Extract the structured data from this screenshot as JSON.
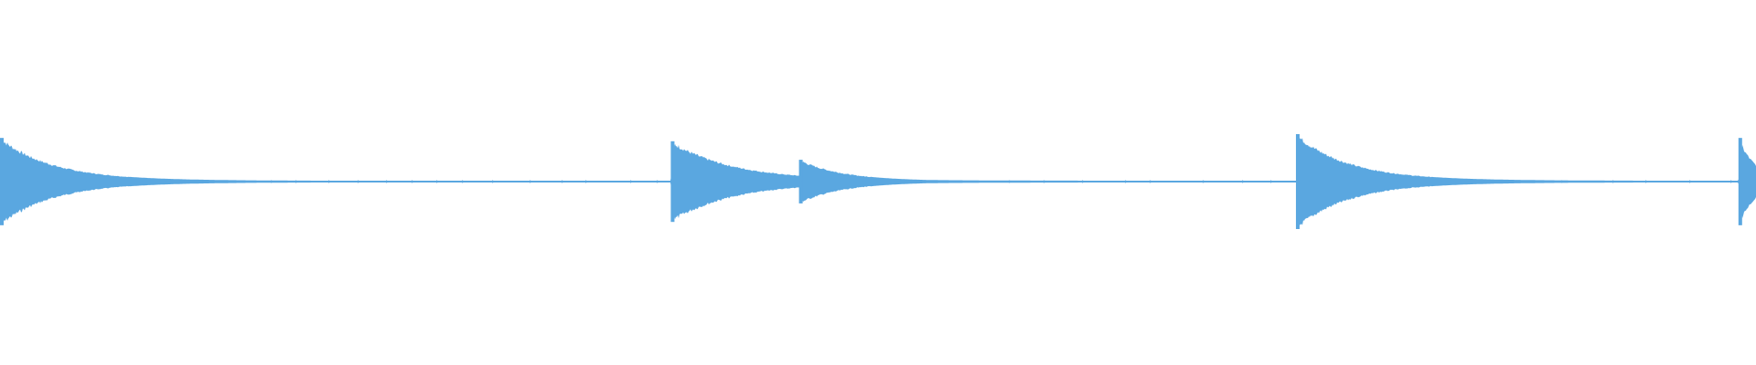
{
  "waveform": {
    "color": "#5aa7e0",
    "background": "#ffffff",
    "onsets": [
      {
        "position": 0.0,
        "peak": 0.92,
        "decay": 0.03,
        "tail": 0.02
      },
      {
        "position": 0.382,
        "peak": 0.85,
        "decay": 0.035,
        "tail": 0.04
      },
      {
        "position": 0.455,
        "peak": 0.46,
        "decay": 0.025,
        "tail": 0.015
      },
      {
        "position": 0.738,
        "peak": 1.0,
        "decay": 0.03,
        "tail": 0.02
      },
      {
        "position": 0.99,
        "peak": 0.92,
        "decay": 0.01,
        "tail": 0.005
      }
    ],
    "noise_floor": 0.02
  }
}
